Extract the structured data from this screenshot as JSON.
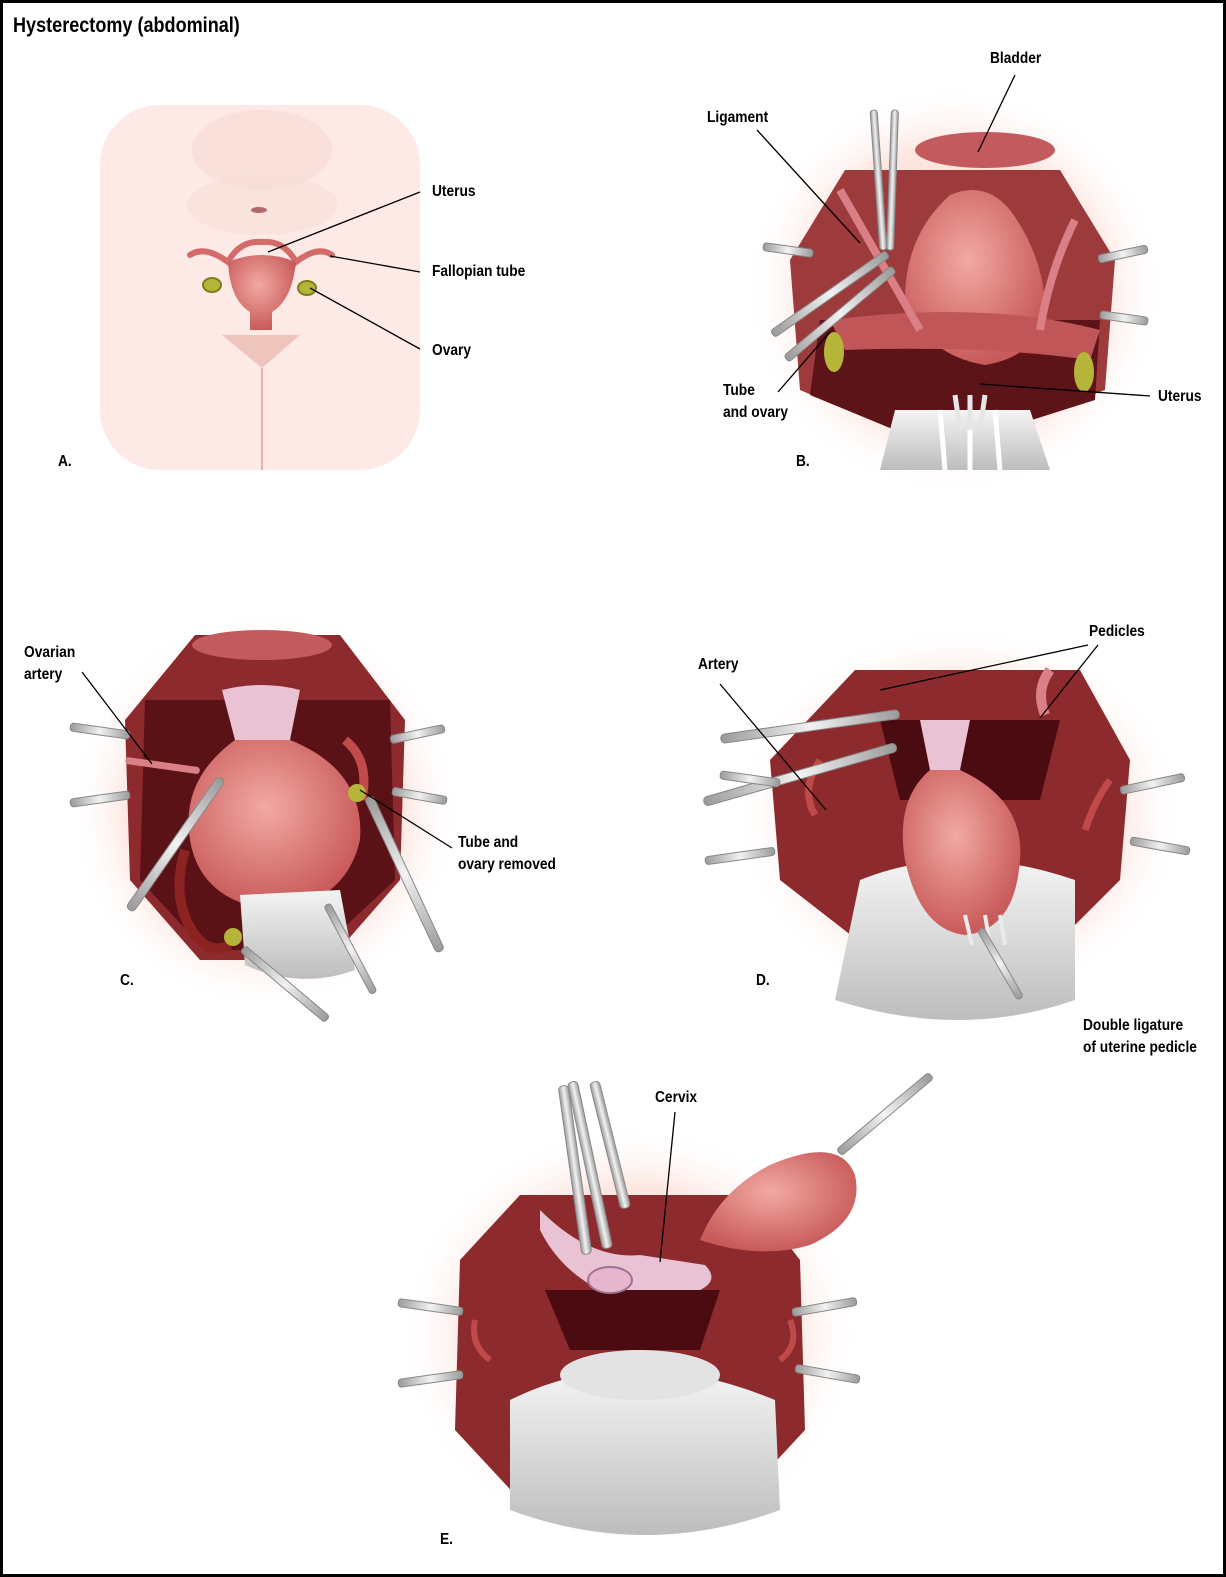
{
  "title": "Hysterectomy (abdominal)",
  "panels": {
    "a": {
      "letter": "A.",
      "labels": {
        "uterus": "Uterus",
        "fallopian_tube": "Fallopian tube",
        "ovary": "Ovary"
      }
    },
    "b": {
      "letter": "B.",
      "labels": {
        "bladder": "Bladder",
        "ligament": "Ligament",
        "tube_ovary_line1": "Tube",
        "tube_ovary_line2": "and ovary",
        "uterus": "Uterus"
      }
    },
    "c": {
      "letter": "C.",
      "labels": {
        "ovarian_artery_line1": "Ovarian",
        "ovarian_artery_line2": "artery",
        "removed_line1": "Tube and",
        "removed_line2": "ovary removed"
      }
    },
    "d": {
      "letter": "D.",
      "labels": {
        "pedicles": "Pedicles",
        "artery": "Artery",
        "ligature_line1": "Double ligature",
        "ligature_line2": "of uterine pedicle"
      }
    },
    "e": {
      "letter": "E.",
      "labels": {
        "cervix": "Cervix"
      }
    }
  },
  "colors": {
    "skin": "#fbe3de",
    "tissue_dark": "#8e2a2c",
    "tissue_mid": "#b8484a",
    "uterus": "#d9706e",
    "ovary": "#b5b53a",
    "retractor": "#c9c9c9",
    "gauze": "#dcdcdc"
  }
}
